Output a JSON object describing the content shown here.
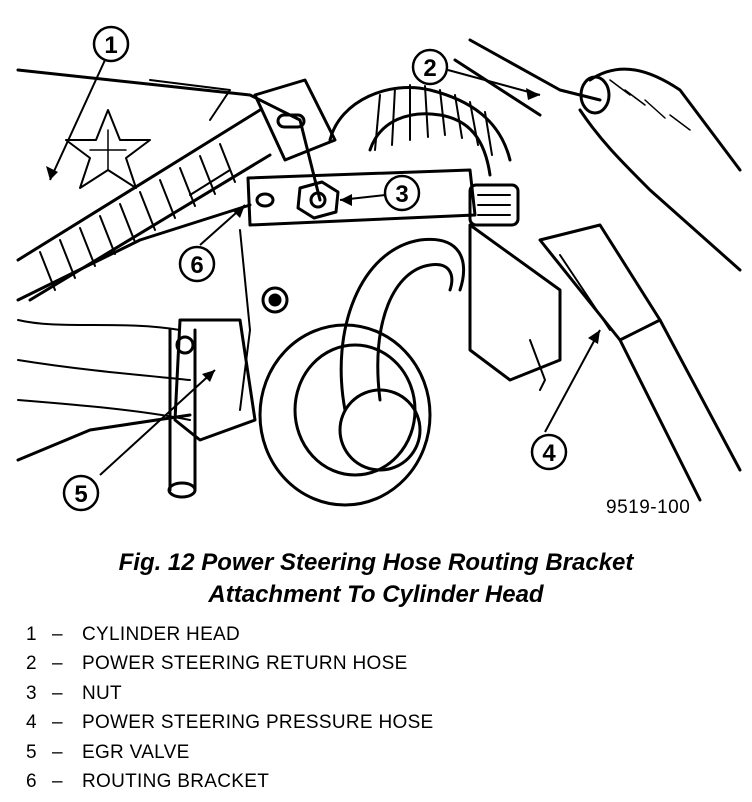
{
  "figure_code": "9519-100",
  "caption": {
    "line1": "Fig. 12 Power Steering Hose Routing Bracket",
    "line2": "Attachment To Cylinder Head"
  },
  "callouts": [
    "1",
    "2",
    "3",
    "4",
    "5",
    "6"
  ],
  "legend": [
    {
      "num": "1",
      "dash": "–",
      "label": "CYLINDER HEAD"
    },
    {
      "num": "2",
      "dash": "–",
      "label": "POWER STEERING RETURN HOSE"
    },
    {
      "num": "3",
      "dash": "–",
      "label": "NUT"
    },
    {
      "num": "4",
      "dash": "–",
      "label": "POWER STEERING PRESSURE HOSE"
    },
    {
      "num": "5",
      "dash": "–",
      "label": "EGR VALVE"
    },
    {
      "num": "6",
      "dash": "–",
      "label": "ROUTING BRACKET"
    }
  ]
}
